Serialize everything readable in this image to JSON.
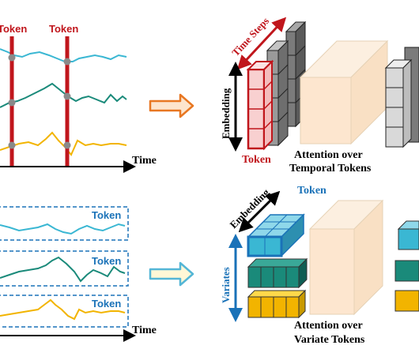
{
  "top_panel": {
    "token_label_a": "Token",
    "token_label_b": "Token",
    "time_label": "Time",
    "series_colors": [
      "#3ab7d3",
      "#1a8a7a",
      "#f2b400"
    ],
    "token_color": "#c0161c"
  },
  "top_right": {
    "time_steps_label": "Time Steps",
    "embedding_label": "Embedding",
    "token_label": "Token",
    "attention_line1": "Attention over",
    "attention_line2": "Temporal Tokens"
  },
  "bottom_panel": {
    "token_labels": [
      "Token",
      "Token",
      "Token"
    ],
    "time_label": "Time",
    "token_color": "#1a72b8"
  },
  "bottom_right": {
    "embedding_label": "Embedding",
    "token_label": "Token",
    "variates_label": "Variates",
    "attention_line1": "Attention over",
    "attention_line2": "Variate Tokens"
  },
  "arrow_colors": {
    "top": "#e87722",
    "bottom": "#54b6d6"
  }
}
